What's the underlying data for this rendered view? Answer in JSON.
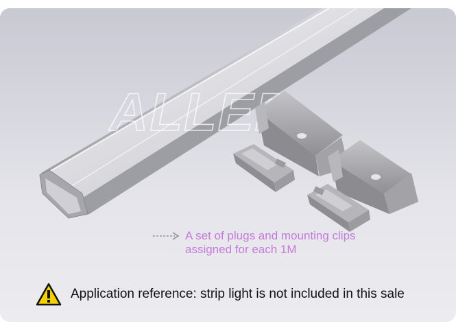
{
  "watermark": "ALLED",
  "caption": {
    "line1": "A set of plugs and mounting clips",
    "line2": "assigned for each 1M",
    "arrow_icon": "dashed-arrow-icon",
    "color": "#c47ad8"
  },
  "note": {
    "icon": "warning-icon",
    "text": "Application reference: strip light is not included in this sale"
  },
  "colors": {
    "background_top": "#c9c9d3",
    "background_bottom": "#ececf0",
    "profile": "#b9b9be",
    "parts": "#a9a9ab"
  }
}
